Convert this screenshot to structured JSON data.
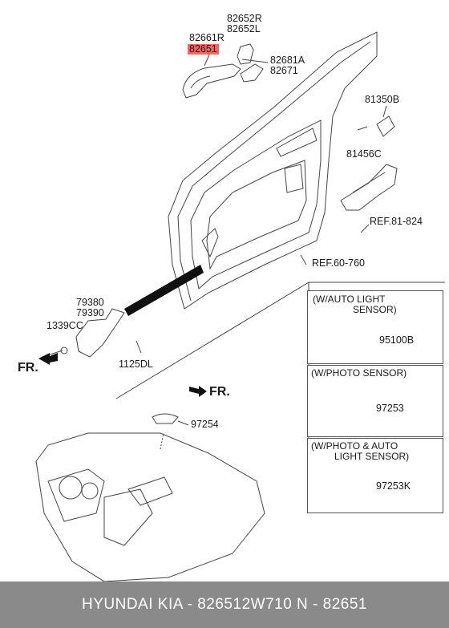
{
  "labels": {
    "p82652R": "82652R",
    "p82652L": "82652L",
    "p82661R": "82661R",
    "p82651": "82651",
    "p82681A": "82681A",
    "p82671": "82671",
    "p81350B": "81350B",
    "p81456C": "81456C",
    "ref81": "REF.81-824",
    "ref60": "REF.60-760",
    "p79380": "79380",
    "p79390": "79390",
    "p1339CC": "1339CC",
    "p1125DL": "1125DL",
    "fr1": "FR.",
    "fr2": "FR.",
    "p97254": "97254"
  },
  "boxes": [
    {
      "title_l1": "(W/AUTO LIGHT",
      "title_l2": "SENSOR)",
      "part": "95100B"
    },
    {
      "title_l1": "(W/PHOTO SENSOR)",
      "title_l2": "",
      "part": "97253"
    },
    {
      "title_l1": "(W/PHOTO & AUTO",
      "title_l2": "LIGHT SENSOR)",
      "part": "97253K"
    }
  ],
  "footer": "HYUNDAI  KIA - 826512W710     N - 82651",
  "colors": {
    "highlight": "#e86a6a",
    "footer_bg": "#8a8a8a"
  }
}
